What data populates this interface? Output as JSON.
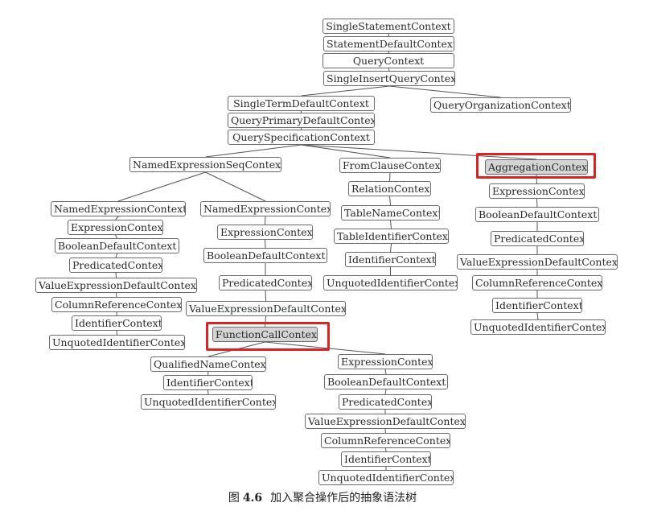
{
  "diagram": {
    "nodes": [
      {
        "id": "n1",
        "label": "SingleStatementContext"
      },
      {
        "id": "n2",
        "label": "StatementDefaultContext"
      },
      {
        "id": "n3",
        "label": "QueryContext"
      },
      {
        "id": "n4",
        "label": "SingleInsertQueryContext"
      },
      {
        "id": "n5",
        "label": "SingleTermDefaultContext"
      },
      {
        "id": "n6",
        "label": "QueryOrganizationContext"
      },
      {
        "id": "n7",
        "label": "QueryPrimaryDefaultContext"
      },
      {
        "id": "n8",
        "label": "QuerySpecificationContext"
      },
      {
        "id": "n9",
        "label": "NamedExpressionSeqContext"
      },
      {
        "id": "n10",
        "label": "FromClauseContext"
      },
      {
        "id": "n11",
        "label": "AggregationContext",
        "highlighted": true
      },
      {
        "id": "n12",
        "label": "NamedExpressionContext"
      },
      {
        "id": "n13",
        "label": "ExpressionContext"
      },
      {
        "id": "n14",
        "label": "BooleanDefaultContext"
      },
      {
        "id": "n15",
        "label": "PredicatedContext"
      },
      {
        "id": "n16",
        "label": "ValueExpressionDefaultContext"
      },
      {
        "id": "n17",
        "label": "ColumnReferenceContext"
      },
      {
        "id": "n18",
        "label": "IdentifierContext"
      },
      {
        "id": "n19",
        "label": "UnquotedIdentifierContext"
      },
      {
        "id": "n20",
        "label": "NamedExpressionContext"
      },
      {
        "id": "n21",
        "label": "ExpressionContext"
      },
      {
        "id": "n22",
        "label": "BooleanDefaultContext"
      },
      {
        "id": "n23",
        "label": "PredicatedContext"
      },
      {
        "id": "n24",
        "label": "ValueExpressionDefaultContext"
      },
      {
        "id": "n25",
        "label": "FunctionCallContext",
        "highlighted": true
      },
      {
        "id": "n26",
        "label": "QualifiedNameContext"
      },
      {
        "id": "n27",
        "label": "IdentifierContext"
      },
      {
        "id": "n28",
        "label": "UnquotedIdentifierContext"
      },
      {
        "id": "n29",
        "label": "ExpressionContext"
      },
      {
        "id": "n30",
        "label": "BooleanDefaultContext"
      },
      {
        "id": "n31",
        "label": "PredicatedContext"
      },
      {
        "id": "n32",
        "label": "ValueExpressionDefaultContext"
      },
      {
        "id": "n33",
        "label": "ColumnReferenceContext"
      },
      {
        "id": "n34",
        "label": "IdentifierContext"
      },
      {
        "id": "n35",
        "label": "UnquotedIdentifierContext"
      },
      {
        "id": "n36",
        "label": "RelationContext"
      },
      {
        "id": "n37",
        "label": "TableNameContext"
      },
      {
        "id": "n38",
        "label": "TableIdentifierContext"
      },
      {
        "id": "n39",
        "label": "IdentifierContext"
      },
      {
        "id": "n40",
        "label": "UnquotedIdentifierContext"
      },
      {
        "id": "n41",
        "label": "ExpressionContext"
      },
      {
        "id": "n42",
        "label": "BooleanDefaultContext"
      },
      {
        "id": "n43",
        "label": "PredicatedContext"
      },
      {
        "id": "n44",
        "label": "ValueExpressionDefaultContext"
      },
      {
        "id": "n45",
        "label": "ColumnReferenceContext"
      },
      {
        "id": "n46",
        "label": "IdentifierContext"
      },
      {
        "id": "n47",
        "label": "UnquotedIdentifierContext"
      }
    ],
    "edges": [
      [
        "n1",
        "n2"
      ],
      [
        "n2",
        "n3"
      ],
      [
        "n3",
        "n4"
      ],
      [
        "n4",
        "n5"
      ],
      [
        "n4",
        "n6"
      ],
      [
        "n5",
        "n7"
      ],
      [
        "n7",
        "n8"
      ],
      [
        "n8",
        "n9"
      ],
      [
        "n8",
        "n10"
      ],
      [
        "n8",
        "n11"
      ],
      [
        "n9",
        "n12"
      ],
      [
        "n9",
        "n20"
      ],
      [
        "n12",
        "n13"
      ],
      [
        "n13",
        "n14"
      ],
      [
        "n14",
        "n15"
      ],
      [
        "n15",
        "n16"
      ],
      [
        "n16",
        "n17"
      ],
      [
        "n17",
        "n18"
      ],
      [
        "n18",
        "n19"
      ],
      [
        "n20",
        "n21"
      ],
      [
        "n21",
        "n22"
      ],
      [
        "n22",
        "n23"
      ],
      [
        "n23",
        "n24"
      ],
      [
        "n24",
        "n25"
      ],
      [
        "n25",
        "n26"
      ],
      [
        "n25",
        "n29"
      ],
      [
        "n26",
        "n27"
      ],
      [
        "n27",
        "n28"
      ],
      [
        "n29",
        "n30"
      ],
      [
        "n30",
        "n31"
      ],
      [
        "n31",
        "n32"
      ],
      [
        "n32",
        "n33"
      ],
      [
        "n33",
        "n34"
      ],
      [
        "n34",
        "n35"
      ],
      [
        "n10",
        "n36"
      ],
      [
        "n36",
        "n37"
      ],
      [
        "n37",
        "n38"
      ],
      [
        "n38",
        "n39"
      ],
      [
        "n39",
        "n40"
      ],
      [
        "n11",
        "n41"
      ],
      [
        "n41",
        "n42"
      ],
      [
        "n42",
        "n43"
      ],
      [
        "n43",
        "n44"
      ],
      [
        "n44",
        "n45"
      ],
      [
        "n45",
        "n46"
      ],
      [
        "n46",
        "n47"
      ]
    ],
    "highlight_color": "#d92424",
    "shaded_fill": "#d4d4d4"
  },
  "caption": {
    "prefix": "图",
    "number": "4.6",
    "text": "加入聚合操作后的抽象语法树"
  }
}
